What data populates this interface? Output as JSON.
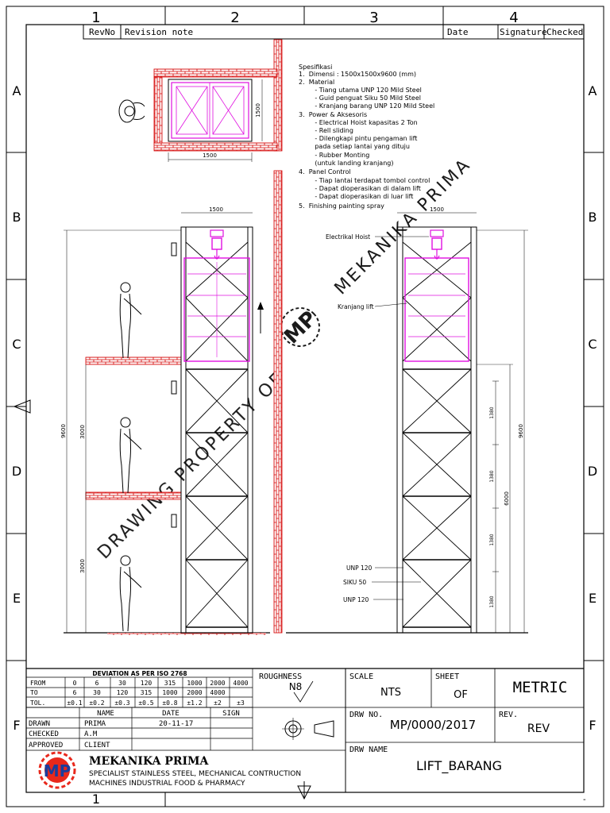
{
  "grid": {
    "cols": [
      "1",
      "2",
      "3",
      "4"
    ],
    "rows": [
      "A",
      "B",
      "C",
      "D",
      "E",
      "F"
    ]
  },
  "revision": {
    "revno": "RevNo",
    "note": "Revision note",
    "date": "Date",
    "signature": "Signature",
    "checked": "Checked"
  },
  "spec": {
    "lines": [
      "Spesifikasi",
      "1.  Dimensi : 1500x1500x9600 (mm)",
      "2.  Material",
      "        - Tiang utama UNP 120 Mild Steel",
      "        - Guid penguat Siku 50 Mild Steel",
      "        - Kranjang barang UNP 120 Mild Steel",
      "3.  Power & Aksesoris",
      "        - Electrical Hoist kapasitas 2 Ton",
      "        - Rell sliding",
      "        - Dilengkapi pintu pengaman lift",
      "        pada setiap lantai yang dituju",
      "        - Rubber Monting",
      "        (untuk landing kranjang)",
      "4.  Panel Control",
      "        - Tiap lantai terdapat tombol control",
      "        - Dapat dioperasikan di dalam lift",
      "        - Dapat dioperasikan di luar lift",
      "5.  Finishing painting spray"
    ]
  },
  "dims": {
    "plan_w": "1500",
    "plan_h": "1500",
    "top_w1": "1500",
    "top_w2": "1500",
    "total_h1": "9600",
    "total_h2": "9600",
    "floor1": "3000",
    "floor2": "3000",
    "frame_h": "6000",
    "seg1": "1380",
    "seg2": "1380",
    "seg3": "1380",
    "seg4": "1380"
  },
  "labels": {
    "hoist": "Electrikal Hoist",
    "kranjang": "Kranjang lift",
    "unp_top": "UNP 120",
    "siku": "SIKU 50",
    "unp_bottom": "UNP 120"
  },
  "watermark": {
    "text1": "DRAWING PROPERTY OF",
    "text2": "MEKANIKA PRIMA"
  },
  "deviation": {
    "title": "DEVIATION AS PER ISO 2768",
    "rows": [
      [
        "FROM",
        "0",
        "6",
        "30",
        "120",
        "315",
        "1000",
        "2000",
        "4000"
      ],
      [
        "TO",
        "6",
        "30",
        "120",
        "315",
        "1000",
        "2000",
        "4000",
        ""
      ],
      [
        "TOL.",
        "±0.1",
        "±0.2",
        "±0.3",
        "±0.5",
        "±0.8",
        "±1.2",
        "±2",
        "±3"
      ]
    ]
  },
  "approval": {
    "head": [
      "NAME",
      "DATE",
      "SIGN"
    ],
    "rows": [
      [
        "DRAWN",
        "PRIMA",
        "20-11-17"
      ],
      [
        "CHECKED",
        "A.M",
        ""
      ],
      [
        "APPROVED",
        "CLIENT",
        ""
      ]
    ]
  },
  "title_block": {
    "roughness_label": "ROUGHNESS",
    "roughness_value": "N8",
    "scale_label": "SCALE",
    "scale_value": "NTS",
    "sheet_label": "SHEET",
    "sheet_value": "OF",
    "units": "METRIC",
    "drw_no_label": "DRW NO.",
    "drw_no": "MP/0000/2017",
    "rev_label": "REV.",
    "rev_value": "REV",
    "drw_name_label": "DRW NAME",
    "drw_name": "LIFT_BARANG"
  },
  "company": {
    "name": "MEKANIKA PRIMA",
    "line1": "SPECIALIST STAINLESS STEEL, MECHANICAL CONTRUCTION",
    "line2": "MACHINES INDUSTRIAL FOOD & PHARMACY",
    "logo": "MP"
  },
  "colors": {
    "brick": "#d40000",
    "magenta": "#e010e0",
    "logo_red": "#e8281c",
    "logo_blue": "#1a3d9c"
  },
  "footer_mark": "-"
}
